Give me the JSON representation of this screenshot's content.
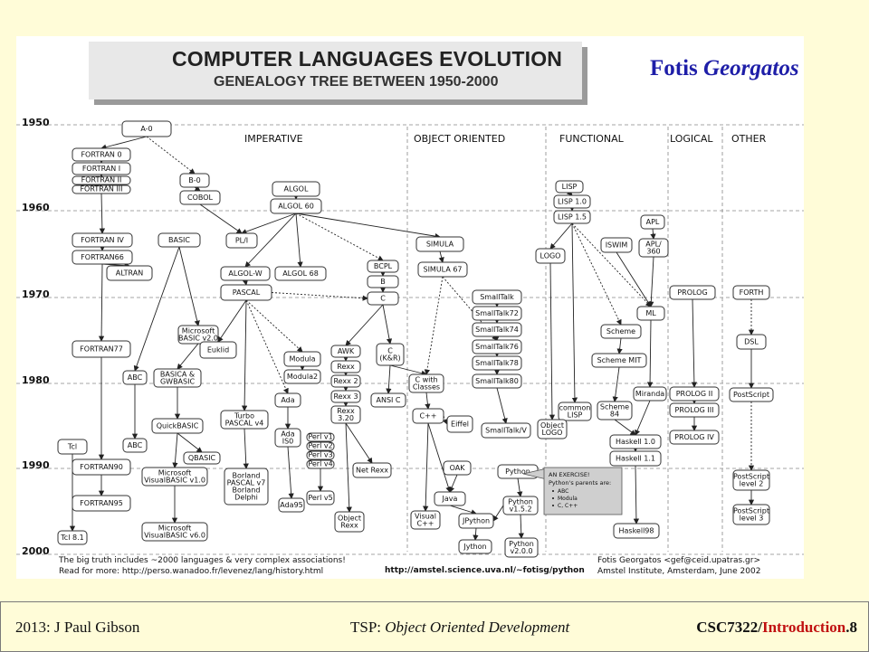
{
  "header": {
    "title": "COMPUTER LANGUAGES EVOLUTION",
    "subtitle": "GENEALOGY TREE BETWEEN 1950-2000",
    "author_first": "Fotis",
    "author_last": "Georgatos"
  },
  "columns": [
    "IMPERATIVE",
    "OBJECT ORIENTED",
    "FUNCTIONAL",
    "LOGICAL",
    "OTHER"
  ],
  "years": [
    "1950",
    "1960",
    "1970",
    "1980",
    "1990",
    "2000"
  ],
  "languages": [
    {
      "id": "a0",
      "label": [
        "A-0"
      ]
    },
    {
      "id": "fortran0",
      "label": [
        "FORTRAN 0"
      ]
    },
    {
      "id": "fortran1",
      "label": [
        "FORTRAN I"
      ]
    },
    {
      "id": "fortran2",
      "label": [
        "FORTRAN II"
      ]
    },
    {
      "id": "fortran3",
      "label": [
        "FORTRAN III"
      ]
    },
    {
      "id": "b0",
      "label": [
        "B-0"
      ]
    },
    {
      "id": "cobol",
      "label": [
        "COBOL"
      ]
    },
    {
      "id": "algol",
      "label": [
        "ALGOL"
      ]
    },
    {
      "id": "algol60",
      "label": [
        "ALGOL 60"
      ]
    },
    {
      "id": "pl1",
      "label": [
        "PL/I"
      ]
    },
    {
      "id": "fortran4",
      "label": [
        "FORTRAN IV"
      ]
    },
    {
      "id": "fortran66",
      "label": [
        "FORTRAN66"
      ]
    },
    {
      "id": "altran",
      "label": [
        "ALTRAN"
      ]
    },
    {
      "id": "basic",
      "label": [
        "BASIC"
      ]
    },
    {
      "id": "algolw",
      "label": [
        "ALGOL-W"
      ]
    },
    {
      "id": "algol68",
      "label": [
        "ALGOL 68"
      ]
    },
    {
      "id": "pascal",
      "label": [
        "PASCAL"
      ]
    },
    {
      "id": "bcpl",
      "label": [
        "BCPL"
      ]
    },
    {
      "id": "b",
      "label": [
        "B"
      ]
    },
    {
      "id": "c",
      "label": [
        "C"
      ]
    },
    {
      "id": "simula",
      "label": [
        "SIMULA"
      ]
    },
    {
      "id": "simula67",
      "label": [
        "SIMULA 67"
      ]
    },
    {
      "id": "msbasic",
      "label": [
        "Microsoft",
        "BASIC v2.0"
      ]
    },
    {
      "id": "euklid",
      "label": [
        "Euklid"
      ]
    },
    {
      "id": "modula",
      "label": [
        "Modula"
      ]
    },
    {
      "id": "modula2",
      "label": [
        "Modula2"
      ]
    },
    {
      "id": "awk",
      "label": [
        "AWK"
      ]
    },
    {
      "id": "rexx",
      "label": [
        "Rexx"
      ]
    },
    {
      "id": "rexx2",
      "label": [
        "Rexx 2"
      ]
    },
    {
      "id": "rexx3",
      "label": [
        "Rexx 3"
      ]
    },
    {
      "id": "rexx320",
      "label": [
        "Rexx",
        "3.20"
      ]
    },
    {
      "id": "ckr",
      "label": [
        "C",
        "(K&R)"
      ]
    },
    {
      "id": "cwc",
      "label": [
        "C with",
        "Classes"
      ]
    },
    {
      "id": "ansic",
      "label": [
        "ANSI C"
      ]
    },
    {
      "id": "cpp",
      "label": [
        "C++"
      ]
    },
    {
      "id": "eiffel",
      "label": [
        "Eiffel"
      ]
    },
    {
      "id": "st",
      "label": [
        "SmallTalk"
      ]
    },
    {
      "id": "st72",
      "label": [
        "SmallTalk72"
      ]
    },
    {
      "id": "st74",
      "label": [
        "SmallTalk74"
      ]
    },
    {
      "id": "st76",
      "label": [
        "SmallTalk76"
      ]
    },
    {
      "id": "st78",
      "label": [
        "SmallTalk78"
      ]
    },
    {
      "id": "st80",
      "label": [
        "SmallTalk80"
      ]
    },
    {
      "id": "stv",
      "label": [
        "SmallTalk/V"
      ]
    },
    {
      "id": "fortran77",
      "label": [
        "FORTRAN77"
      ]
    },
    {
      "id": "abc",
      "label": [
        "ABC"
      ]
    },
    {
      "id": "abc2",
      "label": [
        "ABC"
      ]
    },
    {
      "id": "basica",
      "label": [
        "BASICA &",
        "GWBASIC"
      ]
    },
    {
      "id": "qbasic1",
      "label": [
        "QuickBASIC"
      ]
    },
    {
      "id": "qbasic",
      "label": [
        "QBASIC"
      ]
    },
    {
      "id": "turbopascal",
      "label": [
        "Turbo",
        "PASCAL v4"
      ]
    },
    {
      "id": "ada",
      "label": [
        "Ada"
      ]
    },
    {
      "id": "ada80",
      "label": [
        "Ada",
        "IS0"
      ]
    },
    {
      "id": "perl1",
      "label": [
        "Perl v1"
      ]
    },
    {
      "id": "perl2",
      "label": [
        "Perl v2"
      ]
    },
    {
      "id": "perl3",
      "label": [
        "Perl v3"
      ]
    },
    {
      "id": "perl4",
      "label": [
        "Perl v4"
      ]
    },
    {
      "id": "perl5",
      "label": [
        "Perl v5"
      ]
    },
    {
      "id": "netrexx",
      "label": [
        "Net Rexx"
      ]
    },
    {
      "id": "objrexx",
      "label": [
        "Object",
        "Rexx"
      ]
    },
    {
      "id": "tcl",
      "label": [
        "Tcl"
      ]
    },
    {
      "id": "tcl81",
      "label": [
        "Tcl 8.1"
      ]
    },
    {
      "id": "fortran90",
      "label": [
        "FORTRAN90"
      ]
    },
    {
      "id": "fortran95",
      "label": [
        "FORTRAN95"
      ]
    },
    {
      "id": "msvb1",
      "label": [
        "Microsoft",
        "VisualBASIC v1.0"
      ]
    },
    {
      "id": "msvb6",
      "label": [
        "Microsoft",
        "VisualBASIC v6.0"
      ]
    },
    {
      "id": "borland",
      "label": [
        "Borland",
        "PASCAL v7",
        "Borland",
        "Delphi"
      ]
    },
    {
      "id": "ada95",
      "label": [
        "Ada95"
      ]
    },
    {
      "id": "oak",
      "label": [
        "OAK"
      ]
    },
    {
      "id": "java",
      "label": [
        "Java"
      ]
    },
    {
      "id": "visualcpp",
      "label": [
        "Visual",
        "C++"
      ]
    },
    {
      "id": "jpython",
      "label": [
        "JPython"
      ]
    },
    {
      "id": "jython",
      "label": [
        "Jython"
      ]
    },
    {
      "id": "python",
      "label": [
        "Python"
      ]
    },
    {
      "id": "python152",
      "label": [
        "Python",
        "v1.5.2"
      ]
    },
    {
      "id": "python20",
      "label": [
        "Python",
        "v2.0.0"
      ]
    },
    {
      "id": "lisp",
      "label": [
        "LISP"
      ]
    },
    {
      "id": "lisp10",
      "label": [
        "LISP 1.0"
      ]
    },
    {
      "id": "lisp15",
      "label": [
        "LISP 1.5"
      ]
    },
    {
      "id": "logo",
      "label": [
        "LOGO"
      ]
    },
    {
      "id": "iswim",
      "label": [
        "ISWIM"
      ]
    },
    {
      "id": "apl",
      "label": [
        "APL"
      ]
    },
    {
      "id": "apl360",
      "label": [
        "APL/",
        "360"
      ]
    },
    {
      "id": "ml",
      "label": [
        "ML"
      ]
    },
    {
      "id": "scheme",
      "label": [
        "Scheme"
      ]
    },
    {
      "id": "schememit",
      "label": [
        "Scheme MIT"
      ]
    },
    {
      "id": "scheme84",
      "label": [
        "Scheme",
        "84"
      ]
    },
    {
      "id": "commonlisp",
      "label": [
        "common",
        "LISP"
      ]
    },
    {
      "id": "objlogo",
      "label": [
        "Object",
        "LOGO"
      ]
    },
    {
      "id": "miranda",
      "label": [
        "Miranda"
      ]
    },
    {
      "id": "haskell10",
      "label": [
        "Haskell 1.0"
      ]
    },
    {
      "id": "haskell11",
      "label": [
        "Haskell 1.1"
      ]
    },
    {
      "id": "haskell98",
      "label": [
        "Haskell98"
      ]
    },
    {
      "id": "prolog",
      "label": [
        "PROLOG"
      ]
    },
    {
      "id": "prolog2",
      "label": [
        "PROLOG II"
      ]
    },
    {
      "id": "prolog3",
      "label": [
        "PROLOG III"
      ]
    },
    {
      "id": "prolog4",
      "label": [
        "PROLOG IV"
      ]
    },
    {
      "id": "forth",
      "label": [
        "FORTH"
      ]
    },
    {
      "id": "dsl",
      "label": [
        "DSL"
      ]
    },
    {
      "id": "postscript",
      "label": [
        "PostScript"
      ]
    },
    {
      "id": "ps2",
      "label": [
        "PostScript",
        "level 2"
      ]
    },
    {
      "id": "ps3",
      "label": [
        "PostScript",
        "level 3"
      ]
    }
  ],
  "edges": [
    [
      "a0",
      "fortran0",
      "s"
    ],
    [
      "fortran0",
      "fortran1",
      "s"
    ],
    [
      "fortran1",
      "fortran2",
      "s"
    ],
    [
      "fortran2",
      "fortran3",
      "s"
    ],
    [
      "a0",
      "b0",
      "d"
    ],
    [
      "b0",
      "cobol",
      "s"
    ],
    [
      "cobol",
      "pl1",
      "s"
    ],
    [
      "fortran3",
      "fortran4",
      "s"
    ],
    [
      "fortran4",
      "fortran66",
      "s"
    ],
    [
      "fortran66",
      "altran",
      "s"
    ],
    [
      "fortran66",
      "fortran77",
      "s"
    ],
    [
      "fortran77",
      "fortran90",
      "s"
    ],
    [
      "fortran90",
      "fortran95",
      "s"
    ],
    [
      "algol",
      "algol60",
      "s"
    ],
    [
      "algol60",
      "pl1",
      "s"
    ],
    [
      "algol60",
      "algolw",
      "s"
    ],
    [
      "algol60",
      "algol68",
      "s"
    ],
    [
      "algol60",
      "simula",
      "s"
    ],
    [
      "algol60",
      "bcpl",
      "d"
    ],
    [
      "bcpl",
      "b",
      "s"
    ],
    [
      "b",
      "c",
      "s"
    ],
    [
      "algolw",
      "pascal",
      "s"
    ],
    [
      "pascal",
      "c",
      "d"
    ],
    [
      "simula",
      "simula67",
      "s"
    ],
    [
      "simula67",
      "cwc",
      "d"
    ],
    [
      "simula67",
      "st76",
      "d"
    ],
    [
      "basic",
      "msbasic",
      "s"
    ],
    [
      "basic",
      "abc",
      "s"
    ],
    [
      "msbasic",
      "basica",
      "s"
    ],
    [
      "basica",
      "qbasic1",
      "s"
    ],
    [
      "qbasic1",
      "qbasic",
      "s"
    ],
    [
      "qbasic1",
      "msvb1",
      "s"
    ],
    [
      "msvb1",
      "msvb6",
      "s"
    ],
    [
      "abc",
      "abc2",
      "s"
    ],
    [
      "pascal",
      "euklid",
      "s"
    ],
    [
      "pascal",
      "turbopascal",
      "s"
    ],
    [
      "pascal",
      "modula",
      "d"
    ],
    [
      "pascal",
      "ada",
      "d"
    ],
    [
      "modula",
      "modula2",
      "s"
    ],
    [
      "turbopascal",
      "borland",
      "s"
    ],
    [
      "ada",
      "ada80",
      "s"
    ],
    [
      "ada80",
      "ada95",
      "s"
    ],
    [
      "c",
      "awk",
      "s"
    ],
    [
      "c",
      "ckr",
      "s"
    ],
    [
      "awk",
      "rexx",
      "s"
    ],
    [
      "rexx",
      "rexx2",
      "s"
    ],
    [
      "rexx2",
      "rexx3",
      "s"
    ],
    [
      "rexx3",
      "rexx320",
      "s"
    ],
    [
      "rexx320",
      "netrexx",
      "s"
    ],
    [
      "rexx320",
      "objrexx",
      "s"
    ],
    [
      "ckr",
      "ansic",
      "s"
    ],
    [
      "ckr",
      "cwc",
      "s"
    ],
    [
      "cwc",
      "cpp",
      "s"
    ],
    [
      "cpp",
      "java",
      "s"
    ],
    [
      "cpp",
      "visualcpp",
      "s"
    ],
    [
      "cpp",
      "eiffel",
      "d"
    ],
    [
      "oak",
      "java",
      "s"
    ],
    [
      "java",
      "jpython",
      "s"
    ],
    [
      "jpython",
      "jython",
      "s"
    ],
    [
      "perl4",
      "perl5",
      "s"
    ],
    [
      "st",
      "st72",
      "s"
    ],
    [
      "st72",
      "st74",
      "s"
    ],
    [
      "st74",
      "st76",
      "s"
    ],
    [
      "st76",
      "st78",
      "s"
    ],
    [
      "st78",
      "st80",
      "s"
    ],
    [
      "st80",
      "stv",
      "s"
    ],
    [
      "tcl",
      "tcl81",
      "s"
    ],
    [
      "python",
      "python152",
      "s"
    ],
    [
      "python152",
      "python20",
      "s"
    ],
    [
      "python152",
      "jpython",
      "s"
    ],
    [
      "lisp",
      "lisp10",
      "s"
    ],
    [
      "lisp10",
      "lisp15",
      "s"
    ],
    [
      "lisp15",
      "logo",
      "s"
    ],
    [
      "lisp15",
      "commonlisp",
      "s"
    ],
    [
      "lisp15",
      "scheme",
      "d"
    ],
    [
      "lisp15",
      "ml",
      "d"
    ],
    [
      "iswim",
      "ml",
      "s"
    ],
    [
      "apl",
      "apl360",
      "s"
    ],
    [
      "apl360",
      "ml",
      "s"
    ],
    [
      "scheme",
      "schememit",
      "s"
    ],
    [
      "schememit",
      "scheme84",
      "s"
    ],
    [
      "logo",
      "objlogo",
      "s"
    ],
    [
      "ml",
      "miranda",
      "s"
    ],
    [
      "miranda",
      "haskell10",
      "s"
    ],
    [
      "scheme84",
      "haskell10",
      "s"
    ],
    [
      "haskell10",
      "haskell11",
      "s"
    ],
    [
      "haskell11",
      "haskell98",
      "s"
    ],
    [
      "prolog",
      "prolog2",
      "s"
    ],
    [
      "prolog2",
      "prolog3",
      "s"
    ],
    [
      "prolog3",
      "prolog4",
      "s"
    ],
    [
      "forth",
      "dsl",
      "d"
    ],
    [
      "dsl",
      "postscript",
      "s"
    ],
    [
      "postscript",
      "ps2",
      "d"
    ],
    [
      "ps2",
      "ps3",
      "s"
    ]
  ],
  "callout": {
    "lines": [
      "AN EXERCISE!",
      "Python's parents are:",
      "ABC",
      "Modula",
      "C, C++"
    ]
  },
  "notes": {
    "truth": "The big truth includes ~2000 languages & very complex associations!",
    "readmore": "Read for more:  http://perso.wanadoo.fr/levenez/lang/history.html",
    "url": "http://amstel.science.uva.nl/~fotisg/python",
    "credit1": "Fotis Georgatos <gef@ceid.upatras.gr>",
    "credit2": "Amstel Institute, Amsterdam, June 2002"
  },
  "footer": {
    "left": "2013: J Paul Gibson",
    "middle_prefix": "TSP: ",
    "middle_italic": "Object Oriented Development",
    "right_code": "CSC7322/",
    "right_red": "Introduction",
    "right_num": ".8"
  }
}
